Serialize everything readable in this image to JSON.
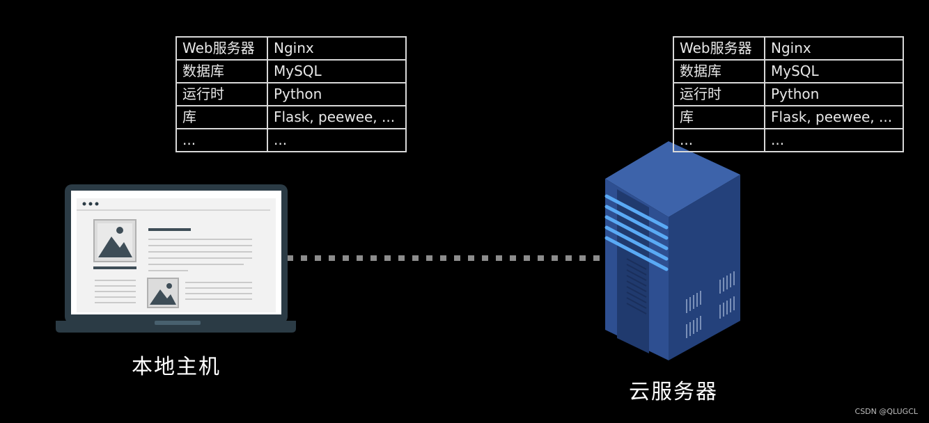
{
  "left_table": {
    "rows": [
      {
        "key": "Web服务器",
        "value": "Nginx"
      },
      {
        "key": "数据库",
        "value": "MySQL"
      },
      {
        "key": "运行时",
        "value": "Python"
      },
      {
        "key": "库",
        "value": "Flask, peewee, ..."
      },
      {
        "key": "...",
        "value": "..."
      }
    ]
  },
  "right_table": {
    "rows": [
      {
        "key": "Web服务器",
        "value": "Nginx"
      },
      {
        "key": "数据库",
        "value": "MySQL"
      },
      {
        "key": "运行时",
        "value": "Python"
      },
      {
        "key": "库",
        "value": "Flask, peewee, ..."
      },
      {
        "key": "...",
        "value": "..."
      }
    ]
  },
  "labels": {
    "local_host": "本地主机",
    "cloud_server": "云服务器"
  },
  "watermark": "CSDN @QLUGCL",
  "icons": {
    "laptop": "laptop-icon",
    "server": "server-icon",
    "connection": "dotted-connection-line"
  },
  "colors": {
    "background": "#000000",
    "laptop_frame": "#2b3b45",
    "server_body": "#2d4e8f",
    "server_light": "#5aaaf5"
  }
}
